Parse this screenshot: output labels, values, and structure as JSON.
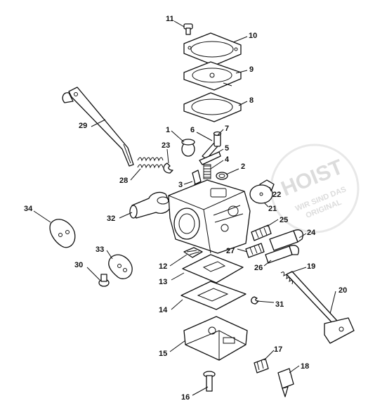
{
  "watermark": {
    "brand": "HOIST",
    "line1": "WIR SIND DAS",
    "line2": "ORIGINAL"
  },
  "labels": {
    "p1": "1",
    "p2": "2",
    "p3": "3",
    "p4": "4",
    "p5": "5",
    "p6": "6",
    "p7": "7",
    "p8": "8",
    "p9": "9",
    "p10": "10",
    "p11": "11",
    "p12": "12",
    "p13": "13",
    "p14": "14",
    "p15": "15",
    "p16": "16",
    "p17": "17",
    "p18": "18",
    "p19": "19",
    "p20": "20",
    "p21": "21",
    "p22": "22",
    "p23": "23",
    "p24": "24",
    "p25": "25",
    "p26": "26",
    "p27": "27",
    "p28": "28",
    "p29": "29",
    "p30": "30",
    "p31": "31",
    "p32": "32",
    "p33": "33",
    "p34": "34"
  }
}
